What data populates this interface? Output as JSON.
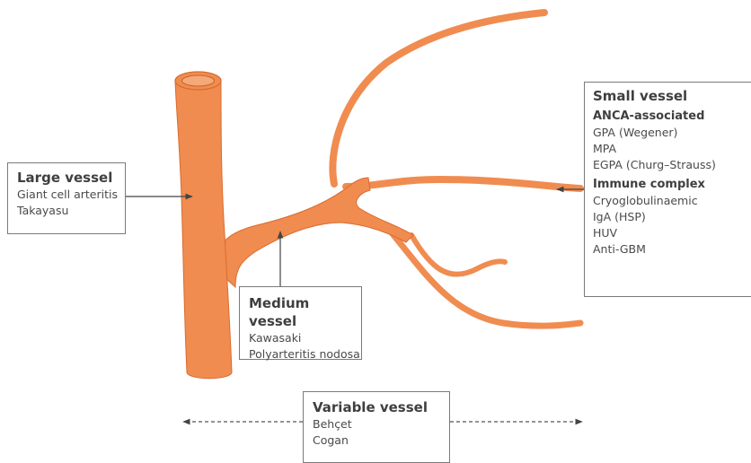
{
  "colors": {
    "vessel_fill": "#f08c50",
    "vessel_stroke": "#d96b2e",
    "lumen": "#f5a878",
    "box_border": "#7a7a7a",
    "arrow": "#444444"
  },
  "large_vessel": {
    "title": "Large vessel",
    "items": [
      "Giant cell arteritis",
      "Takayasu"
    ]
  },
  "medium_vessel": {
    "title": "Medium vessel",
    "items": [
      "Kawasaki",
      "Polyarteritis nodosa"
    ]
  },
  "small_vessel": {
    "title": "Small vessel",
    "anca": {
      "heading": "ANCA-associated",
      "items": [
        "GPA (Wegener)",
        "MPA",
        "EGPA (Churg–Strauss)"
      ]
    },
    "immune": {
      "heading": "Immune complex",
      "items": [
        "Cryoglobulinaemic",
        "IgA (HSP)",
        "HUV",
        "Anti-GBM"
      ]
    }
  },
  "variable_vessel": {
    "title": "Variable vessel",
    "items": [
      "Behçet",
      "Cogan"
    ]
  }
}
